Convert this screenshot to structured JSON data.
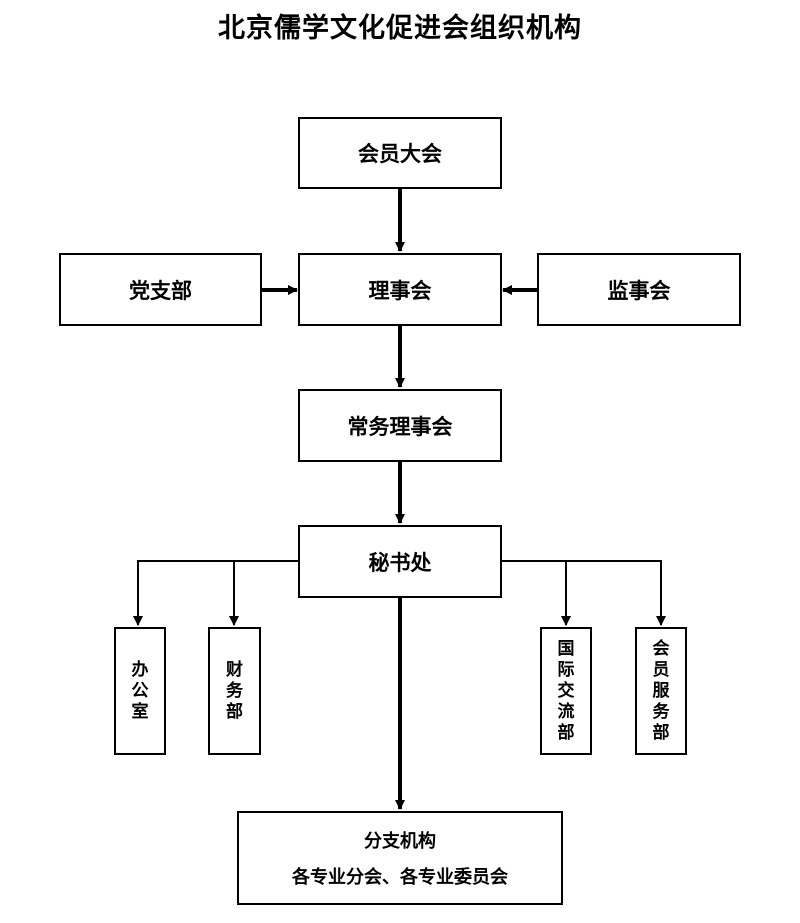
{
  "title": "北京儒学文化促进会组织机构",
  "nodes": {
    "general_assembly": "会员大会",
    "party_branch": "党支部",
    "council": "理事会",
    "supervisory_board": "监事会",
    "standing_council": "常务理事会",
    "secretariat": "秘书处",
    "office": [
      "办",
      "公",
      "室"
    ],
    "finance": [
      "财",
      "务",
      "部"
    ],
    "international": [
      "国",
      "际",
      "交",
      "流",
      "部"
    ],
    "member_services": [
      "会",
      "员",
      "服",
      "务",
      "部"
    ],
    "branches_title": "分支机构",
    "branches_subtitle": "各专业分会、各专业委员会"
  },
  "colors": {
    "line": "#000000",
    "background": "#ffffff"
  }
}
